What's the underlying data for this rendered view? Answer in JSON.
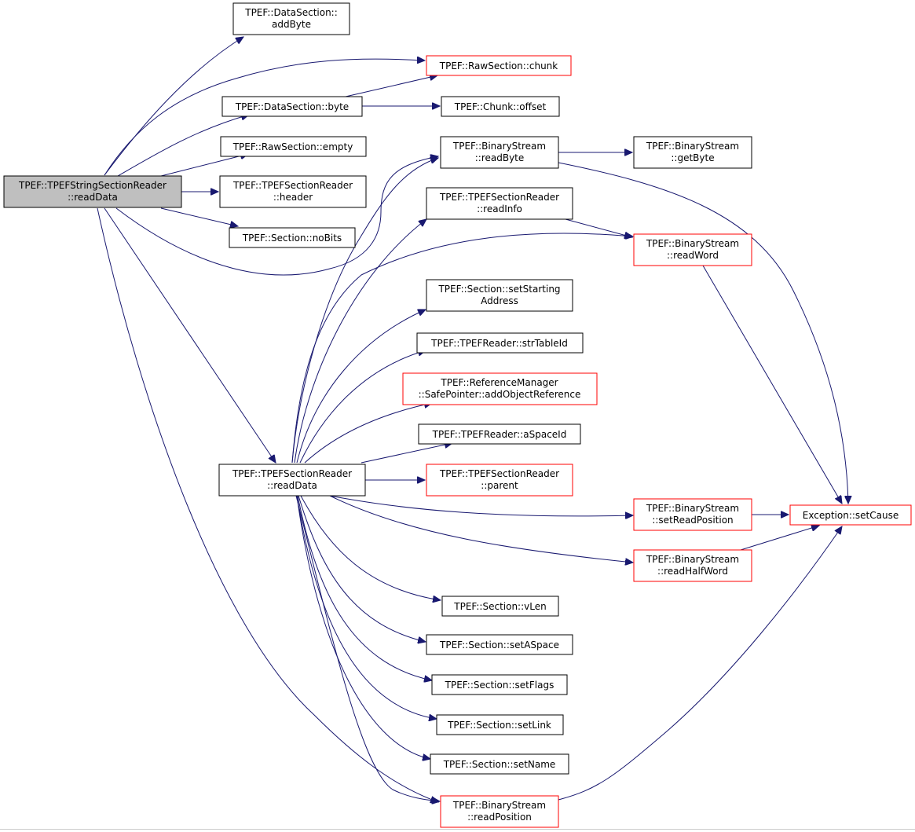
{
  "colors": {
    "edge": "#191970",
    "root_fill": "#bfbfbf",
    "linked_border": "#ff0000",
    "plain_border": "#000000"
  },
  "nodes": {
    "root": [
      "TPEF::TPEFStringSectionReader",
      "::readData"
    ],
    "ds_addByte": [
      "TPEF::DataSection::",
      "addByte"
    ],
    "raw_chunk": [
      "TPEF::RawSection::chunk"
    ],
    "ds_byte": [
      "TPEF::DataSection::byte"
    ],
    "chunk_offset": [
      "TPEF::Chunk::offset"
    ],
    "raw_empty": [
      "TPEF::RawSection::empty"
    ],
    "bs_readByte": [
      "TPEF::BinaryStream",
      "::readByte"
    ],
    "bs_getByte": [
      "TPEF::BinaryStream",
      "::getByte"
    ],
    "tsr_header": [
      "TPEF::TPEFSectionReader",
      "::header"
    ],
    "tsr_readInfo": [
      "TPEF::TPEFSectionReader",
      "::readInfo"
    ],
    "sec_noBits": [
      "TPEF::Section::noBits"
    ],
    "bs_readWord": [
      "TPEF::BinaryStream",
      "::readWord"
    ],
    "sec_setStarting": [
      "TPEF::Section::setStarting",
      "Address"
    ],
    "tr_strTableId": [
      "TPEF::TPEFReader::strTableId"
    ],
    "rm_addObj": [
      "TPEF::ReferenceManager",
      "::SafePointer::addObjectReference"
    ],
    "tr_aSpaceId": [
      "TPEF::TPEFReader::aSpaceId"
    ],
    "tsr_readData": [
      "TPEF::TPEFSectionReader",
      "::readData"
    ],
    "tsr_parent": [
      "TPEF::TPEFSectionReader",
      "::parent"
    ],
    "bs_setReadPos": [
      "TPEF::BinaryStream",
      "::setReadPosition"
    ],
    "exc_setCause": [
      "Exception::setCause"
    ],
    "bs_readHalfWord": [
      "TPEF::BinaryStream",
      "::readHalfWord"
    ],
    "sec_vLen": [
      "TPEF::Section::vLen"
    ],
    "sec_setASpace": [
      "TPEF::Section::setASpace"
    ],
    "sec_setFlags": [
      "TPEF::Section::setFlags"
    ],
    "sec_setLink": [
      "TPEF::Section::setLink"
    ],
    "sec_setName": [
      "TPEF::Section::setName"
    ],
    "bs_readPos": [
      "TPEF::BinaryStream",
      "::readPosition"
    ]
  }
}
